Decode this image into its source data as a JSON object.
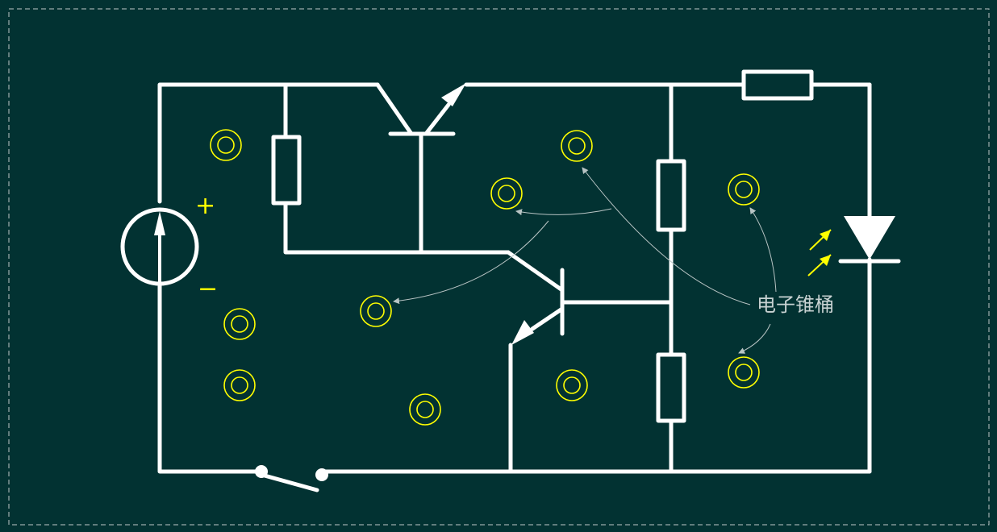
{
  "colors": {
    "background": "#023232",
    "wire": "#ffffff",
    "marker": "#ffff00",
    "label": "#c8d2d2"
  },
  "source": {
    "plus": "+",
    "minus": "−"
  },
  "annotation": {
    "label": "电子锥桶"
  },
  "markers_count_note": "",
  "components": [
    "voltage-source",
    "switch",
    "resistor-r1",
    "resistor-r2",
    "resistor-r3",
    "resistor-r4",
    "transistor-q1",
    "transistor-q2",
    "led"
  ]
}
